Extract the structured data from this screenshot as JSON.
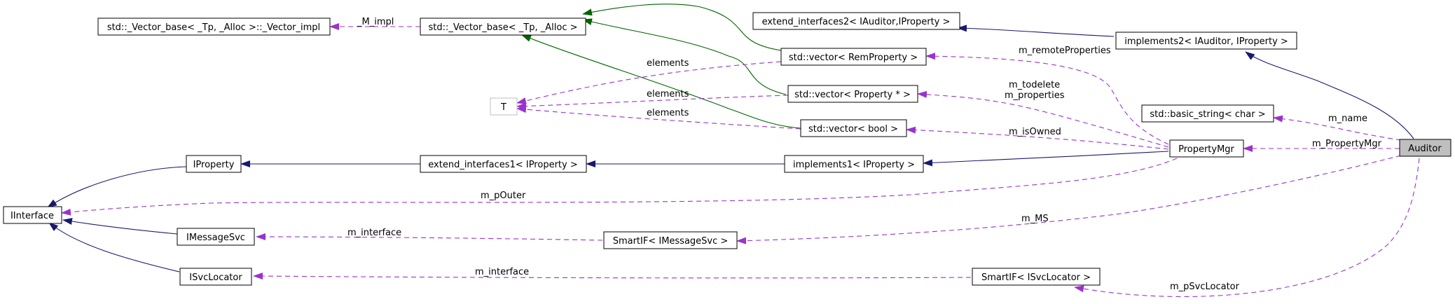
{
  "nodes": {
    "vector_impl": "std::_Vector_base< _Tp, _Alloc >::_Vector_impl",
    "vector_base": "std::_Vector_base< _Tp, _Alloc >",
    "extend_interfaces2": "extend_interfaces2< IAuditor,IProperty >",
    "implements2": "implements2< IAuditor, IProperty >",
    "vector_remproperty": "std::vector< RemProperty >",
    "vector_property": "std::vector< Property * >",
    "vector_bool": "std::vector< bool >",
    "t": "T",
    "basic_string": "std::basic_string< char >",
    "propertymgr": "PropertyMgr",
    "auditor": "Auditor",
    "iproperty": "IProperty",
    "extend_interfaces1": "extend_interfaces1< IProperty >",
    "implements1": "implements1< IProperty >",
    "iinterface": "IInterface",
    "imessagesvc": "IMessageSvc",
    "smartif_imessagesvc": "SmartIF< IMessageSvc >",
    "isvclocator": "ISvcLocator",
    "smartif_isvclocator": "SmartIF< ISvcLocator >"
  },
  "edge_labels": {
    "m_impl": "_M_impl",
    "elements_1": "elements",
    "elements_2": "elements",
    "elements_3": "elements",
    "m_remoteproperties": "m_remoteProperties",
    "m_todelete": "m_todelete",
    "m_properties": "m_properties",
    "m_isowned": "m_isOwned",
    "m_name": "m_name",
    "m_propertymgr": "m_PropertyMgr",
    "m_pouter": "m_pOuter",
    "m_interface_1": "m_interface",
    "m_ms": "m_MS",
    "m_interface_2": "m_interface",
    "m_psvclocator": "m_pSvcLocator"
  },
  "colors": {
    "inheritance": "#191970",
    "template": "#006400",
    "usage": "#9a32cd",
    "focus_fill": "#bfbfbf"
  }
}
